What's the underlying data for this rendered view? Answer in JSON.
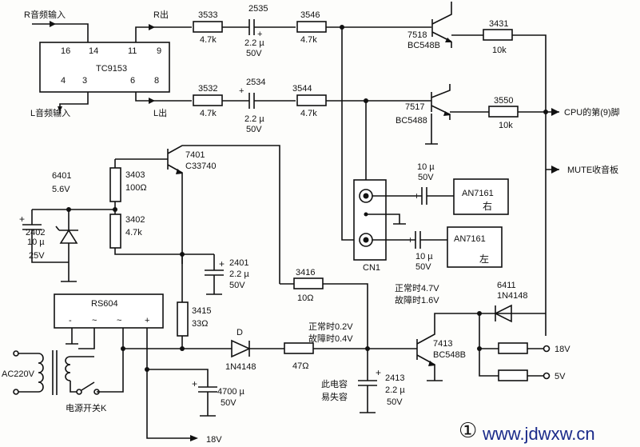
{
  "ic": {
    "name": "TC9153",
    "pins_top": [
      "16",
      "14",
      "11",
      "9"
    ],
    "pins_bottom": [
      "4",
      "3",
      "6",
      "8"
    ]
  },
  "io": {
    "r_in": "R音频输入",
    "l_in": "L音频输入",
    "r_out": "R出",
    "l_out": "L出"
  },
  "r_chain": {
    "r1_ref": "3533",
    "r1_val": "4.7k",
    "c_ref": "2535",
    "c_val": "2.2 µ",
    "c_volt": "50V",
    "r2_ref": "3546",
    "r2_val": "4.7k"
  },
  "l_chain": {
    "r1_ref": "3532",
    "r1_val": "4.7k",
    "c_ref": "2534",
    "c_val": "2.2 µ",
    "c_volt": "50V",
    "r2_ref": "3544",
    "r2_val": "4.7k"
  },
  "q7518": {
    "ref": "7518",
    "type": "BC548B",
    "r_ref": "3431",
    "r_val": "10k"
  },
  "q7517": {
    "ref": "7517",
    "type": "BC5488",
    "r_ref": "3550",
    "r_val": "10k"
  },
  "cpu_label": "CPU的第(9)脚",
  "mute_label": "MUTE收音板",
  "q7401": {
    "ref": "7401",
    "type": "C33740"
  },
  "r3403": {
    "ref": "3403",
    "val": "100Ω"
  },
  "r3402": {
    "ref": "3402",
    "val": "4.7k"
  },
  "zener": {
    "ref": "6401",
    "val": "5.6V"
  },
  "c2402": {
    "ref": "2402",
    "val": "10 µ",
    "volt": "25V"
  },
  "c2401": {
    "ref": "2401",
    "val": "2.2 µ",
    "volt": "50V"
  },
  "cn1": {
    "ref": "CN1",
    "c_top_val": "10 µ",
    "c_top_volt": "50V",
    "c_bot_val": "10 µ",
    "c_bot_volt": "50V",
    "amp_top": "AN7161",
    "amp_top_side": "右",
    "amp_bot": "AN7161",
    "amp_bot_side": "左"
  },
  "r3416": {
    "ref": "3416",
    "val": "10Ω"
  },
  "rs604": {
    "name": "RS604",
    "pins": [
      "-",
      "~",
      "~",
      "+"
    ]
  },
  "r3415": {
    "ref": "3415",
    "val": "33Ω"
  },
  "diode_d": {
    "ref": "D",
    "type": "1N4148"
  },
  "r47": {
    "val": "47Ω"
  },
  "volt_note_base": {
    "line1": "正常时0.2V",
    "line2": "故障时0.4V"
  },
  "volt_note_coll": {
    "line1": "正常时4.7V",
    "line2": "故障时1.6V"
  },
  "q7413": {
    "ref": "7413",
    "type": "BC548B"
  },
  "d6411": {
    "ref": "6411",
    "type": "1N4148"
  },
  "c2413": {
    "ref": "2413",
    "val": "2.2 µ",
    "volt": "50V",
    "note1": "此电容",
    "note2": "易失容"
  },
  "c4700": {
    "val": "4700 µ",
    "volt": "50V"
  },
  "supply": {
    "ac": "AC220V",
    "switch": "电源开关K",
    "v18_bottom": "18V",
    "v18_right": "18V",
    "v5": "5V"
  },
  "figure_mark": "①",
  "watermark": "www.jdwxw.cn"
}
